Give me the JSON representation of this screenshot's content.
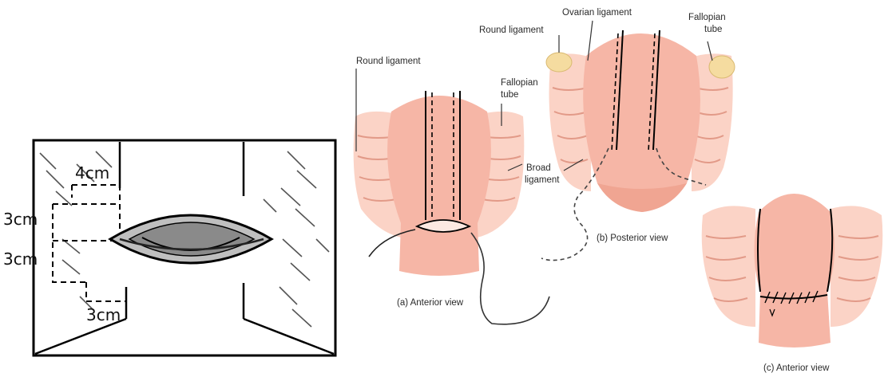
{
  "left_panel": {
    "dimension_labels": {
      "top": "4cm",
      "upper_left": "3cm",
      "lower_left": "3cm",
      "bottom": "3cm"
    }
  },
  "right_panel": {
    "labels": {
      "a_round_ligament": "Round ligament",
      "a_fallopian_tube_1": "Fallopian",
      "a_fallopian_tube_2": "tube",
      "a_broad_ligament_1": "Broad",
      "a_broad_ligament_2": "ligament",
      "b_round_ligament": "Round ligament",
      "b_ovarian_ligament": "Ovarian ligament",
      "b_fallopian_tube_1": "Fallopian",
      "b_fallopian_tube_2": "tube"
    },
    "captions": {
      "a": "(a) Anterior view",
      "b": "(b) Posterior view",
      "c": "(c) Anterior view"
    }
  },
  "colors": {
    "tissue": "#f6b6a6",
    "tissue_light": "#fbd3c6",
    "tissue_dark": "#ec9a86",
    "ovary": "#f5dca0",
    "ink": "#111111"
  }
}
